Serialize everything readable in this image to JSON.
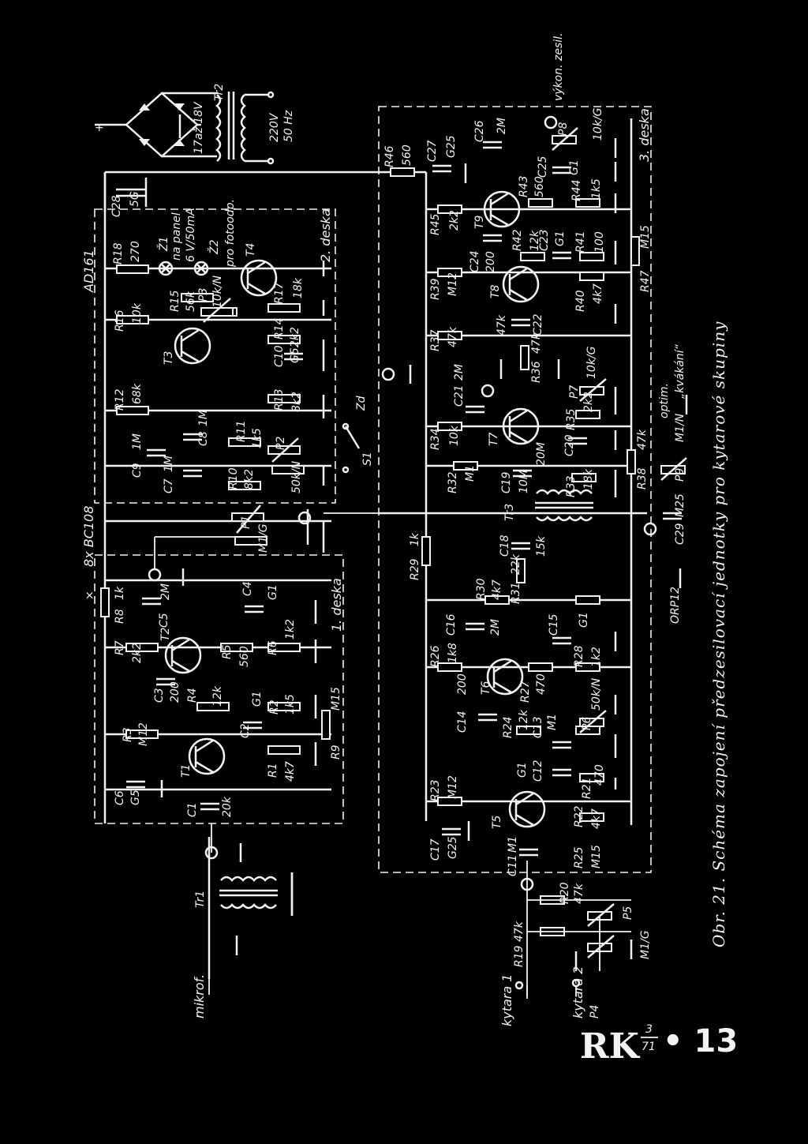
{
  "caption": "Obr. 21. Schéma zapojení předzesilovací jednotky pro kytarové skupiny",
  "footer": {
    "logo": "RK",
    "issue_top": "3",
    "issue_bottom": "71",
    "page_number": "• 13"
  },
  "boards": {
    "board1": "1. deska",
    "board2": "2. deska",
    "board3": "3. deska"
  },
  "transistor_notes": {
    "bc108": "8x BC108",
    "ad161": "AD161",
    "star": "×"
  },
  "power_supply": {
    "transformer": "Tr2",
    "secondary": "17až 18V",
    "mains": "220V",
    "freq": "50 Hz",
    "plus": "+",
    "c28_name": "C28",
    "c28_value": "5G"
  },
  "inputs": {
    "mic": "mikrof.",
    "guitar1": "kytara 1",
    "guitar2": "kytara 2",
    "mic_transformer": "Tr1",
    "r19": "R19 47k",
    "r20": "R20",
    "r20_value": "47k",
    "p5": "P5",
    "p4": "P4",
    "p45_value": "M1/G"
  },
  "board1_parts": [
    {
      "name": "C6",
      "value": "G5"
    },
    {
      "name": "R3",
      "value": "M12"
    },
    {
      "name": "R7",
      "value": "2k2"
    },
    {
      "name": "R8",
      "value": "1k"
    },
    {
      "name": "C1",
      "value": "20k"
    },
    {
      "name": "T1",
      "value": ""
    },
    {
      "name": "T2",
      "value": ""
    },
    {
      "name": "C3",
      "value": "200"
    },
    {
      "name": "R4",
      "value": "12k"
    },
    {
      "name": "C5",
      "value": "2M"
    },
    {
      "name": "R5",
      "value": "560"
    },
    {
      "name": "C4",
      "value": "G1"
    },
    {
      "name": "R6",
      "value": "1k2"
    },
    {
      "name": "C2",
      "value": "G1"
    },
    {
      "name": "R2",
      "value": "1k5"
    },
    {
      "name": "R1",
      "value": "4k7"
    },
    {
      "name": "R9",
      "value": "M15"
    },
    {
      "name": "P1",
      "value": "M1/G"
    }
  ],
  "board2_parts": [
    {
      "name": "R18",
      "value": "270"
    },
    {
      "name": "Ž1",
      "value": "na panel"
    },
    {
      "name": "Ž1b",
      "value": "6 V/50mA"
    },
    {
      "name": "Ž2",
      "value": "pro fotoodp."
    },
    {
      "name": "T4",
      "value": ""
    },
    {
      "name": "R16",
      "value": "10k"
    },
    {
      "name": "R15",
      "value": "56k"
    },
    {
      "name": "P3",
      "value": "10k/N"
    },
    {
      "name": "T3",
      "value": ""
    },
    {
      "name": "R17",
      "value": "18k"
    },
    {
      "name": "R14",
      "value": "2k2"
    },
    {
      "name": "C10",
      "value": "G5"
    },
    {
      "name": "R12",
      "value": "68k"
    },
    {
      "name": "R13",
      "value": "8k2"
    },
    {
      "name": "C9",
      "value": "1M"
    },
    {
      "name": "C8",
      "value": "1M"
    },
    {
      "name": "C7",
      "value": "1M"
    },
    {
      "name": "R11",
      "value": "1k5"
    },
    {
      "name": "R10",
      "value": "8k2"
    },
    {
      "name": "P2",
      "value": "50k/N"
    },
    {
      "name": "S1",
      "value": ""
    },
    {
      "name": "Zd",
      "value": ""
    }
  ],
  "board3_parts": [
    {
      "name": "R46",
      "value": "560"
    },
    {
      "name": "C27",
      "value": "G25"
    },
    {
      "name": "C26",
      "value": "2M"
    },
    {
      "name": "P8",
      "value": "10k/G"
    },
    {
      "name": "výkon. zesil.",
      "value": ""
    },
    {
      "name": "R45",
      "value": "2k2"
    },
    {
      "name": "T9",
      "value": ""
    },
    {
      "name": "R43",
      "value": "560"
    },
    {
      "name": "C25",
      "value": "G1"
    },
    {
      "name": "R44",
      "value": "1k5"
    },
    {
      "name": "R42",
      "value": "12k"
    },
    {
      "name": "C23",
      "value": "G1"
    },
    {
      "name": "R41",
      "value": "100"
    },
    {
      "name": "R39",
      "value": "M12"
    },
    {
      "name": "C24",
      "value": "200"
    },
    {
      "name": "T8",
      "value": ""
    },
    {
      "name": "R40",
      "value": "4k7"
    },
    {
      "name": "R47",
      "value": "M15"
    },
    {
      "name": "R37",
      "value": "47k"
    },
    {
      "name": "C22",
      "value": "47k"
    },
    {
      "name": "R36",
      "value": "47k"
    },
    {
      "name": "C21",
      "value": "2M"
    },
    {
      "name": "R34",
      "value": "10k"
    },
    {
      "name": "T7",
      "value": ""
    },
    {
      "name": "P7",
      "value": "10k/G"
    },
    {
      "name": "R35",
      "value": "2k2"
    },
    {
      "name": "C20",
      "value": "20M"
    },
    {
      "name": "R32",
      "value": "M1"
    },
    {
      "name": "C19",
      "value": "10M"
    },
    {
      "name": "R33",
      "value": "18k"
    },
    {
      "name": "Tr3",
      "value": ""
    },
    {
      "name": "R38",
      "value": "47k"
    },
    {
      "name": "P9",
      "value": "M1/N"
    },
    {
      "name": "C29",
      "value": "M25"
    },
    {
      "name": "optim.",
      "value": "„kvákání“"
    },
    {
      "name": "R29",
      "value": "1k"
    },
    {
      "name": "C18",
      "value": "15k"
    },
    {
      "name": "R30",
      "value": "4k7"
    },
    {
      "name": "R31",
      "value": "22k"
    },
    {
      "name": "C16",
      "value": "2M"
    },
    {
      "name": "ORP12",
      "value": ""
    },
    {
      "name": "R26",
      "value": "1k8"
    },
    {
      "name": "C15",
      "value": "G1"
    },
    {
      "name": "R28",
      "value": "1k2"
    },
    {
      "name": "C14",
      "value": "200"
    },
    {
      "name": "T6",
      "value": ""
    },
    {
      "name": "R27",
      "value": "470"
    },
    {
      "name": "P6",
      "value": "50k/N"
    },
    {
      "name": "R24",
      "value": "12k"
    },
    {
      "name": "C13",
      "value": "M1"
    },
    {
      "name": "R23",
      "value": "M12"
    },
    {
      "name": "C12",
      "value": "G1"
    },
    {
      "name": "R21",
      "value": "470"
    },
    {
      "name": "T5",
      "value": ""
    },
    {
      "name": "R22",
      "value": "4k7"
    },
    {
      "name": "C17",
      "value": "G25"
    },
    {
      "name": "C11",
      "value": "M1"
    },
    {
      "name": "R25",
      "value": "M15"
    }
  ]
}
